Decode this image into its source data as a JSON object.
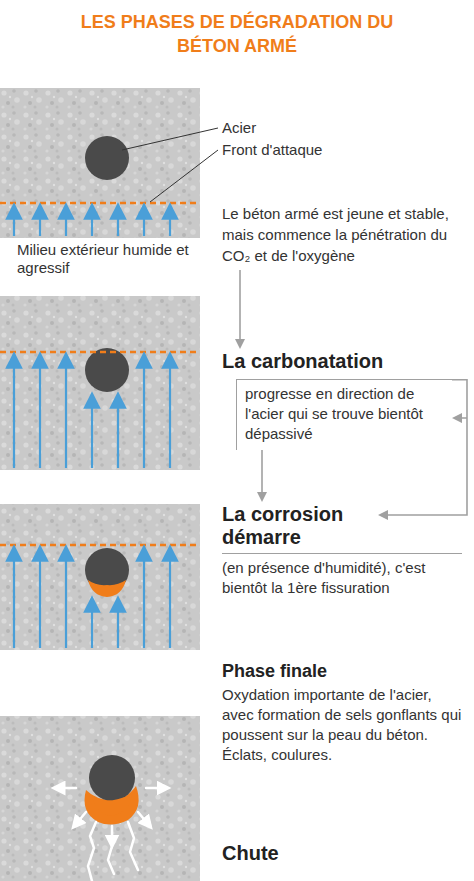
{
  "diagram": {
    "title": "LES PHASES DE DÉGRADATION DU BÉTON ARMÉ",
    "nodes": [
      {
        "text": [
          "Le béton armé est jeune et stable, mais commence la pénétration du CO₂ et de l'oxygène"
        ]
      },
      {
        "text": [
          "La carbonatation",
          "progresse en direction de l'acier qui se trouve bientôt dépassivé"
        ]
      },
      {
        "text": [
          "La corrosion démarre",
          "(en présence d'humidité), c'est bientôt la 1ère fissuration"
        ]
      },
      {
        "text": [
          "Phase finale",
          "Oxydation importante de l'acier, avec formation de sels gonflants qui poussent sur la peau du béton. Éclats, coulures."
        ]
      },
      {
        "text": [
          "Chute"
        ]
      }
    ],
    "edges": [
      {
        "from": 0,
        "to": 1,
        "arrow": "to"
      },
      {
        "from": 1,
        "to": 2,
        "arrow": "to"
      },
      {
        "from": 1,
        "to": 2,
        "arrow": "to"
      },
      {
        "from": 2,
        "to": 1,
        "arrow": "to"
      }
    ],
    "labels": [
      "Acier",
      "Front d'attaque",
      "Milieu extérieur humide et agressif"
    ]
  }
}
